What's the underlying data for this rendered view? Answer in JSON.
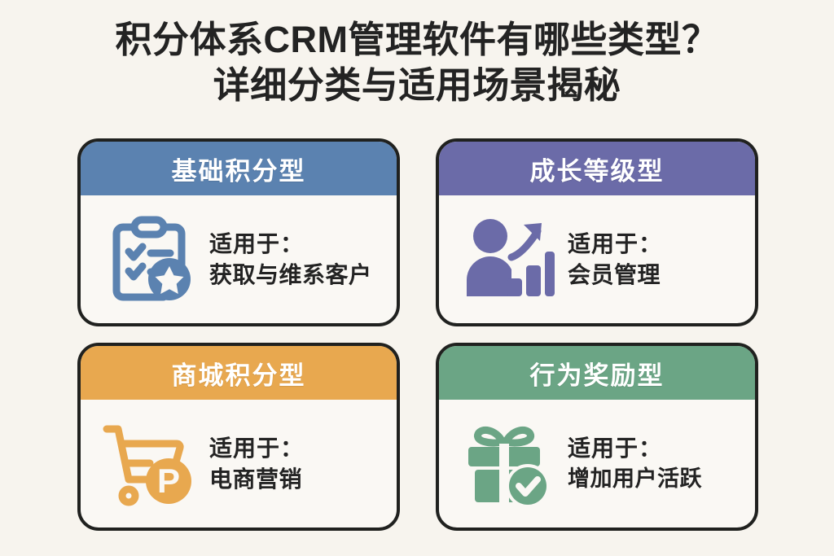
{
  "title": {
    "line1": "积分体系CRM管理软件有哪些类型？",
    "line2": "详细分类与适用场景揭秘"
  },
  "labels": {
    "applies_to": "适用于："
  },
  "colors": {
    "background": "#F7F4EE",
    "card_body": "#FAF8F4",
    "outline": "#20211F",
    "title_text": "#232323",
    "header_text": "#FFFFFF",
    "card1_header": "#5B82B0",
    "card2_header": "#6B6BA8",
    "card3_header": "#E8A84F",
    "card4_header": "#6BA585"
  },
  "cards": [
    {
      "header": "基础积分型",
      "header_color": "#5B82B0",
      "icon": "clipboard-star-icon",
      "icon_color": "#5B82B0",
      "applies_label": "适用于：",
      "applies_value": "获取与维系客户"
    },
    {
      "header": "成长等级型",
      "header_color": "#6B6BA8",
      "icon": "person-growth-chart-icon",
      "icon_color": "#6B6BA8",
      "applies_label": "适用于：",
      "applies_value": "会员管理"
    },
    {
      "header": "商城积分型",
      "header_color": "#E8A84F",
      "icon": "shopping-cart-points-icon",
      "icon_color": "#E8A84F",
      "applies_label": "适用于：",
      "applies_value": "电商营销"
    },
    {
      "header": "行为奖励型",
      "header_color": "#6BA585",
      "icon": "gift-check-icon",
      "icon_color": "#6BA585",
      "applies_label": "适用于：",
      "applies_value": "增加用户活跃"
    }
  ]
}
